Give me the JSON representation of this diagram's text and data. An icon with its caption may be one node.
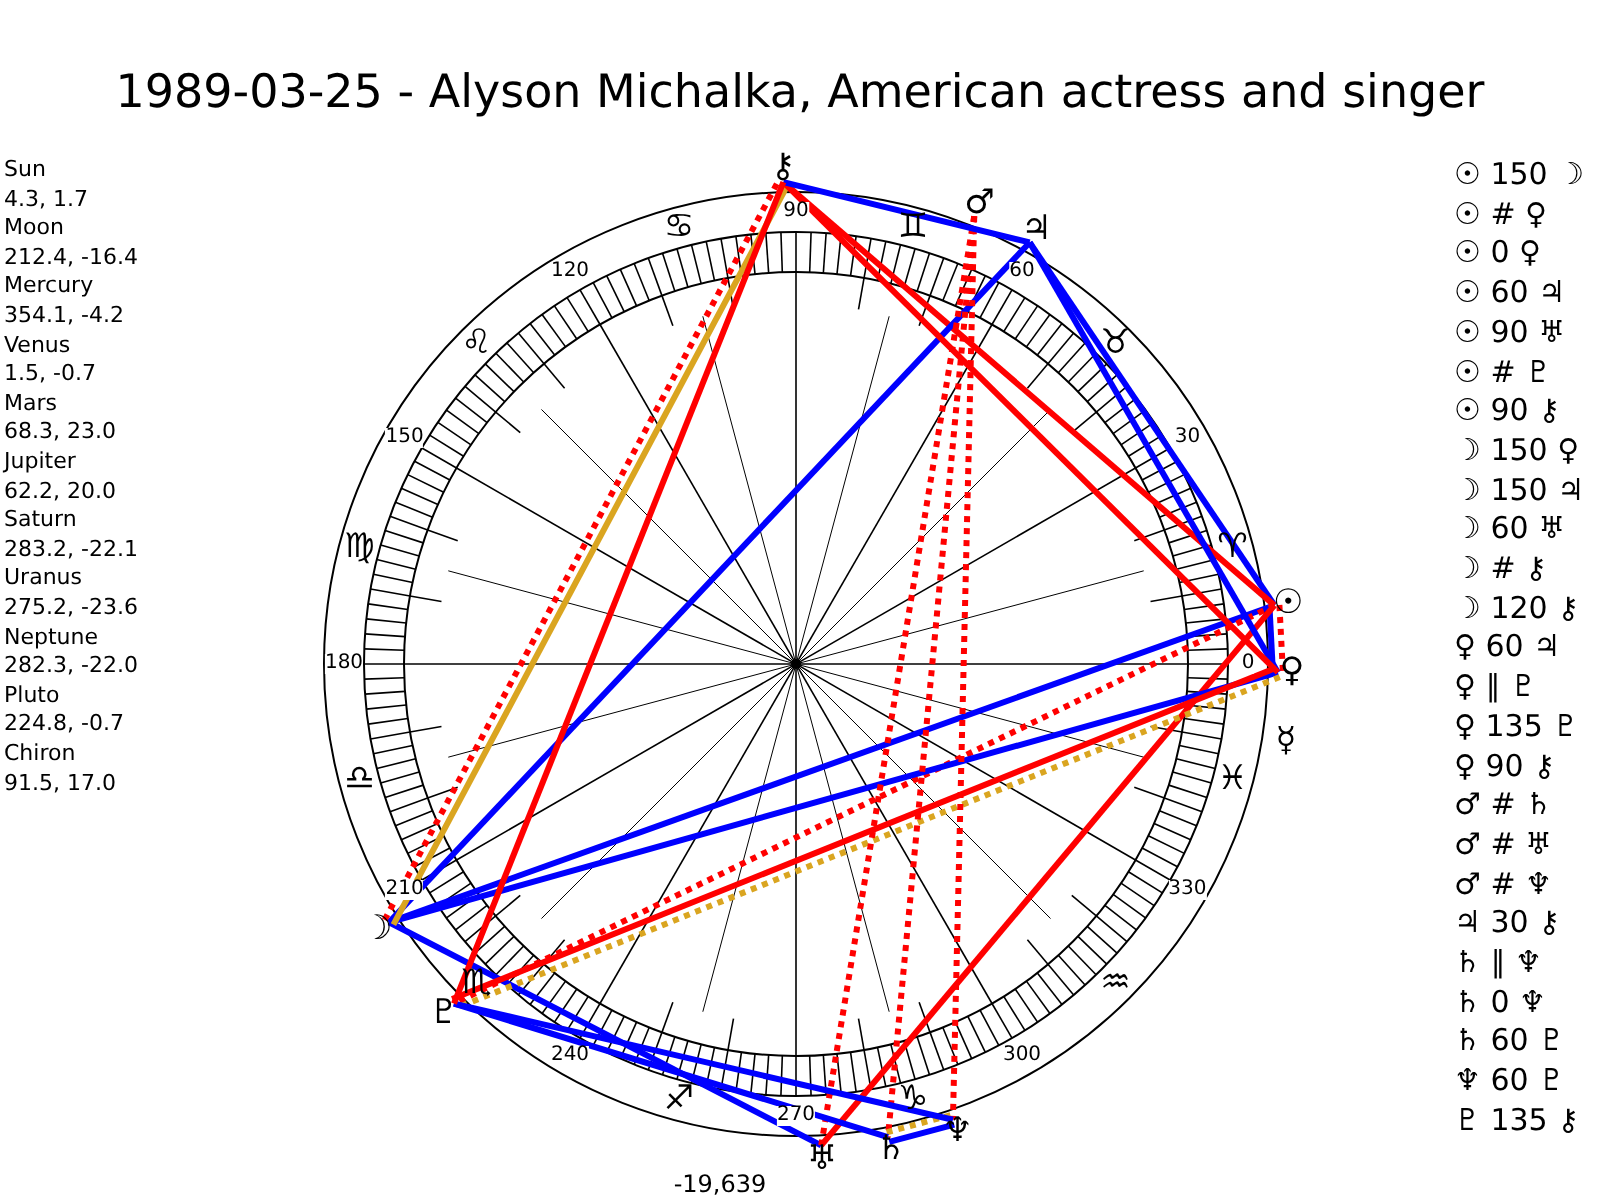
{
  "diagram": {
    "title": "1989-03-25 - Alyson Michalka, American actress and singer",
    "nodes": [
      {
        "text": [
          "☉"
        ]
      },
      {
        "text": [
          "☽"
        ]
      },
      {
        "text": [
          "☿"
        ]
      },
      {
        "text": [
          "♀"
        ]
      },
      {
        "text": [
          "♂"
        ]
      },
      {
        "text": [
          "♃"
        ]
      },
      {
        "text": [
          "♄"
        ]
      },
      {
        "text": [
          "♅"
        ]
      },
      {
        "text": [
          "♆"
        ]
      },
      {
        "text": [
          "♇"
        ]
      },
      {
        "text": [
          "⚷"
        ]
      }
    ],
    "edges": [
      {
        "from": 0,
        "to": 1,
        "arrow": "none",
        "color": "#0000ff"
      },
      {
        "from": 0,
        "to": 3,
        "arrow": "none",
        "style": "dashed",
        "color": "#ff0000"
      },
      {
        "from": 0,
        "to": 3,
        "arrow": "none",
        "color": "#0000ff"
      },
      {
        "from": 0,
        "to": 5,
        "arrow": "none",
        "color": "#0000ff"
      },
      {
        "from": 0,
        "to": 7,
        "arrow": "none",
        "color": "#ff0000"
      },
      {
        "from": 0,
        "to": 9,
        "arrow": "none",
        "style": "dashed",
        "color": "#ff0000"
      },
      {
        "from": 0,
        "to": 10,
        "arrow": "none",
        "color": "#ff0000"
      },
      {
        "from": 1,
        "to": 3,
        "arrow": "none",
        "color": "#0000ff"
      },
      {
        "from": 1,
        "to": 5,
        "arrow": "none",
        "color": "#0000ff"
      },
      {
        "from": 1,
        "to": 7,
        "arrow": "none",
        "color": "#0000ff"
      },
      {
        "from": 1,
        "to": 10,
        "arrow": "none",
        "style": "dashed",
        "color": "#ff0000"
      },
      {
        "from": 1,
        "to": 10,
        "arrow": "none",
        "color": "#daa520"
      },
      {
        "from": 3,
        "to": 5,
        "arrow": "none",
        "color": "#0000ff"
      },
      {
        "from": 3,
        "to": 9,
        "arrow": "none",
        "style": "dashed",
        "color": "#daa520"
      },
      {
        "from": 3,
        "to": 9,
        "arrow": "none",
        "color": "#ff0000"
      },
      {
        "from": 3,
        "to": 10,
        "arrow": "none",
        "color": "#ff0000"
      },
      {
        "from": 4,
        "to": 6,
        "arrow": "none",
        "style": "dashed",
        "color": "#ff0000"
      },
      {
        "from": 4,
        "to": 7,
        "arrow": "none",
        "style": "dashed",
        "color": "#ff0000"
      },
      {
        "from": 4,
        "to": 8,
        "arrow": "none",
        "style": "dashed",
        "color": "#ff0000"
      },
      {
        "from": 5,
        "to": 10,
        "arrow": "none",
        "color": "#0000ff"
      },
      {
        "from": 6,
        "to": 8,
        "arrow": "none",
        "style": "dashed",
        "color": "#daa520"
      },
      {
        "from": 6,
        "to": 8,
        "arrow": "none",
        "color": "#0000ff"
      },
      {
        "from": 6,
        "to": 9,
        "arrow": "none",
        "color": "#0000ff"
      },
      {
        "from": 8,
        "to": 9,
        "arrow": "none",
        "color": "#0000ff"
      },
      {
        "from": 9,
        "to": 10,
        "arrow": "none",
        "color": "#ff0000"
      }
    ],
    "labels": [
      "Sun",
      "4.3, 1.7",
      "Moon",
      "212.4, -16.4",
      "Mercury",
      "354.1, -4.2",
      "Venus",
      "1.5, -0.7",
      "Mars",
      "68.3, 23.0",
      "Jupiter",
      "62.2, 20.0",
      "Saturn",
      "283.2, -22.1",
      "Uranus",
      "275.2, -23.6",
      "Neptune",
      "282.3, -22.0",
      "Pluto",
      "224.8, -0.7",
      "Chiron",
      "91.5, 17.0",
      "0",
      "30",
      "60",
      "90",
      "120",
      "150",
      "180",
      "210",
      "240",
      "270",
      "300",
      "330",
      "♈",
      "♉",
      "♊",
      "♋",
      "♌",
      "♍",
      "♎",
      "♏",
      "♐",
      "♑",
      "♒",
      "♓",
      "-19,639",
      "☉ 150 ☽",
      "☉ # ♀",
      "☉ 0 ♀",
      "☉ 60 ♃",
      "☉ 90 ♅",
      "☉ # ♇",
      "☉ 90 ⚷",
      "☽ 150 ♀",
      "☽ 150 ♃",
      "☽ 60 ♅",
      "☽ # ⚷",
      "☽ 120 ⚷",
      "♀ 60 ♃",
      "♀ ∥ ♇",
      "♀ 135 ♇",
      "♀ 90 ⚷",
      "♂ # ♄",
      "♂ # ♅",
      "♂ # ♆",
      "♃ 30 ⚷",
      "♄ ∥ ♆",
      "♄ 0 ♆",
      "♄ 60 ♇",
      "♆ 60 ♇",
      "♇ 135 ⚷"
    ]
  }
}
